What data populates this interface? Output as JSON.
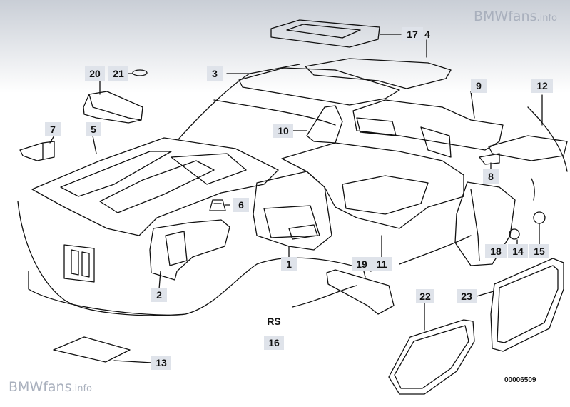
{
  "watermark": {
    "brand": "BMWfans",
    "suffix": ".info"
  },
  "diagram_code": "00006509",
  "rs_label": "RS",
  "callouts": [
    {
      "id": "c1",
      "label": "1"
    },
    {
      "id": "c2",
      "label": "2"
    },
    {
      "id": "c3",
      "label": "3"
    },
    {
      "id": "c4",
      "label": "4"
    },
    {
      "id": "c5",
      "label": "5"
    },
    {
      "id": "c6",
      "label": "6"
    },
    {
      "id": "c7",
      "label": "7"
    },
    {
      "id": "c8",
      "label": "8"
    },
    {
      "id": "c9",
      "label": "9"
    },
    {
      "id": "c10",
      "label": "10"
    },
    {
      "id": "c11",
      "label": "11"
    },
    {
      "id": "c12",
      "label": "12"
    },
    {
      "id": "c13",
      "label": "13"
    },
    {
      "id": "c14",
      "label": "14"
    },
    {
      "id": "c15",
      "label": "15"
    },
    {
      "id": "c16",
      "label": "16"
    },
    {
      "id": "c17",
      "label": "17"
    },
    {
      "id": "c18",
      "label": "18"
    },
    {
      "id": "c19",
      "label": "19"
    },
    {
      "id": "c20",
      "label": "20"
    },
    {
      "id": "c21",
      "label": "21"
    },
    {
      "id": "c22",
      "label": "22"
    },
    {
      "id": "c23",
      "label": "23"
    }
  ],
  "colors": {
    "header_gradient_top": "#c9ced6",
    "tag_bg": "#dfe3ea",
    "line": "#111111",
    "watermark": "#a9b0bd"
  }
}
